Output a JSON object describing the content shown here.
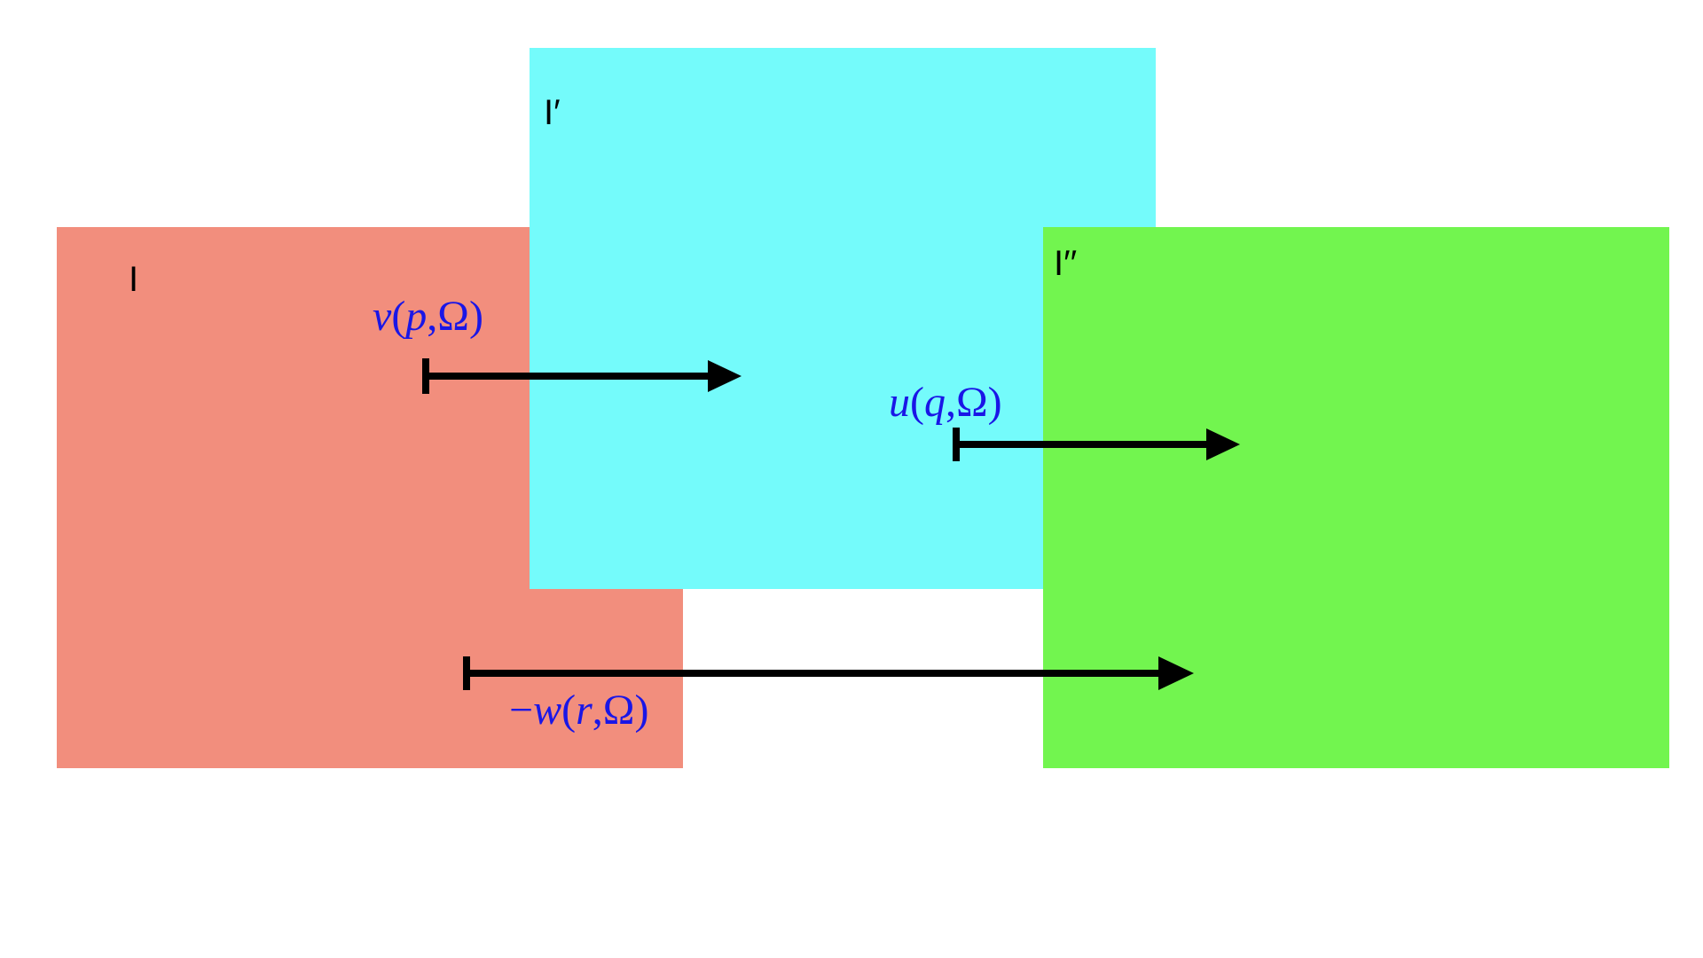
{
  "colors": {
    "background": "#ffffff",
    "region_I": "#f28e7d",
    "region_I_prime": "#74fbfb",
    "region_I_double_prime": "#72f54f",
    "arrow": "#000000",
    "vector_label": "#1a16e6",
    "region_label": "#000000"
  },
  "regions": [
    {
      "id": "I",
      "label": "I"
    },
    {
      "id": "I-prime",
      "label": "I′"
    },
    {
      "id": "I-double-prime",
      "label": "I′′"
    }
  ],
  "vectors": [
    {
      "id": "v",
      "sign": "",
      "func": "v",
      "arg": "p",
      "omega": "Ω"
    },
    {
      "id": "u",
      "sign": "",
      "func": "u",
      "arg": "q",
      "omega": "Ω"
    },
    {
      "id": "w",
      "sign": "−",
      "func": "w",
      "arg": "r",
      "omega": "Ω"
    }
  ]
}
